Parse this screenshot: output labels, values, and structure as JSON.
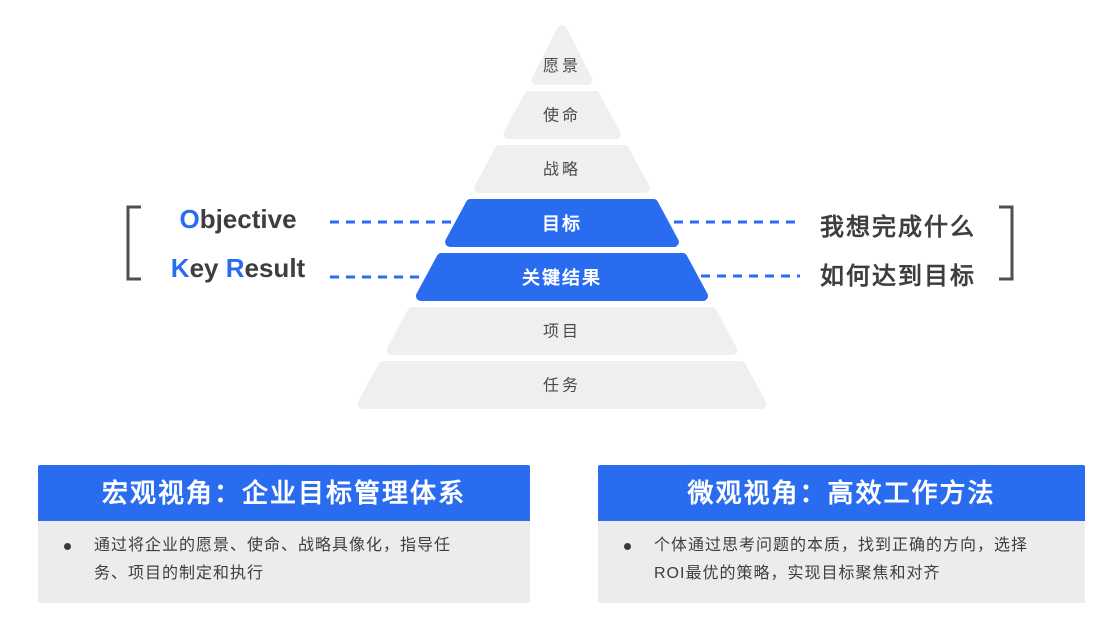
{
  "colors": {
    "accent": "#2A6CF0",
    "pyramid_gray": "#EFEFEF",
    "pyramid_gray_text": "#4A4A4A",
    "box_body_bg": "#ECECEC",
    "text_dark": "#3E3E3E",
    "bracket": "#4F4F4F"
  },
  "pyramid": {
    "levels": [
      {
        "label": "愿景",
        "style": "gray"
      },
      {
        "label": "使命",
        "style": "gray"
      },
      {
        "label": "战略",
        "style": "gray"
      },
      {
        "label": "目标",
        "style": "blue"
      },
      {
        "label": "关键结果",
        "style": "blue"
      },
      {
        "label": "项目",
        "style": "gray"
      },
      {
        "label": "任务",
        "style": "gray"
      }
    ]
  },
  "annotations": {
    "objective": {
      "parts": [
        {
          "t": "O"
        },
        {
          "t": "bjective"
        }
      ]
    },
    "key_result": {
      "parts": [
        {
          "t": "K"
        },
        {
          "t": "ey "
        },
        {
          "t": "R"
        },
        {
          "t": "esult"
        }
      ]
    },
    "objective_question": "我想完成什么",
    "key_result_question": "如何达到目标"
  },
  "boxes": [
    {
      "title": "宏观视角：企业目标管理体系",
      "bullet": "通过将企业的愿景、使命、战略具像化，指导任务、项目的制定和执行"
    },
    {
      "title": "微观视角：高效工作方法",
      "bullet": "个体通过思考问题的本质，找到正确的方向，选择ROI最优的策略，实现目标聚焦和对齐"
    }
  ]
}
